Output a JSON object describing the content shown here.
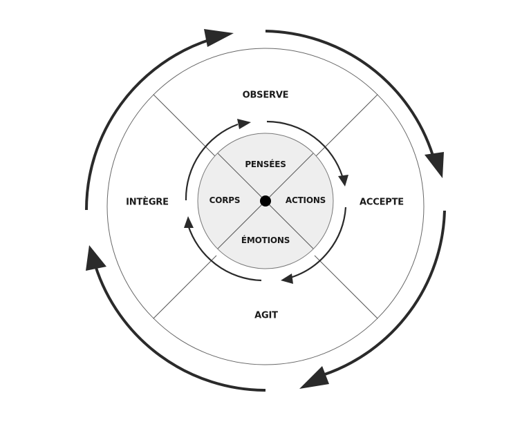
{
  "outer_cycle": {
    "top": "OBSERVE",
    "right": "ACCEPTE",
    "bottom": "AGIT",
    "left": "INTÈGRE"
  },
  "inner_cycle": {
    "top": "PENSÉES",
    "right": "ACTIONS",
    "bottom": "ÉMOTIONS",
    "left": "CORPS"
  },
  "colors": {
    "stroke": "#2a2a2a",
    "thin_line": "#666666",
    "inner_fill": "#eeeeee",
    "center_dot": "#000000"
  }
}
